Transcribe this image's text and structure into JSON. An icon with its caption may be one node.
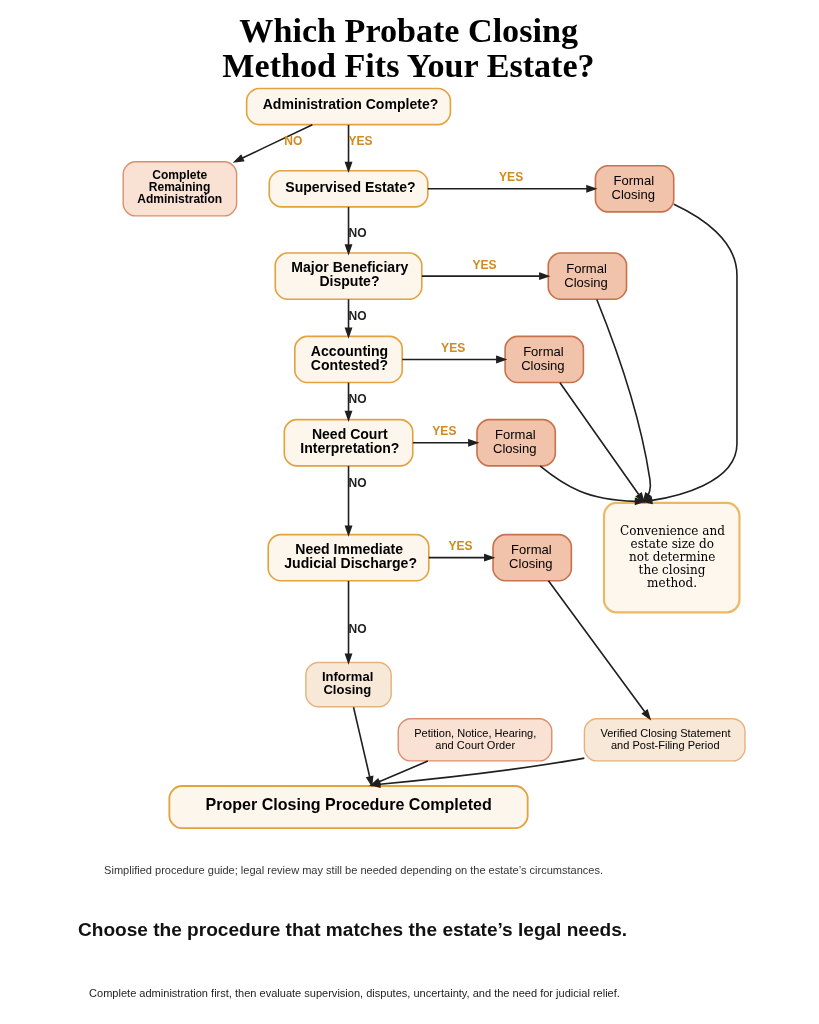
{
  "diagram": {
    "title": "Which Probate Closing Method Fits Your Estate?",
    "nodes": [
      {
        "text": [
          "Administration Complete?"
        ]
      },
      {
        "text": [
          "Complete Remaining Administration"
        ]
      },
      {
        "text": [
          "Supervised Estate?"
        ]
      },
      {
        "text": [
          "Formal Closing"
        ]
      },
      {
        "text": [
          "Major Beneficiary Dispute?"
        ]
      },
      {
        "text": [
          "Formal Closing"
        ]
      },
      {
        "text": [
          "Accounting Contested?"
        ]
      },
      {
        "text": [
          "Formal Closing"
        ]
      },
      {
        "text": [
          "Need Court Interpretation?"
        ]
      },
      {
        "text": [
          "Formal Closing"
        ]
      },
      {
        "text": [
          "Need Immediate Judicial Discharge?"
        ]
      },
      {
        "text": [
          "Formal Closing"
        ]
      },
      {
        "text": [
          "Informal Closing"
        ]
      },
      {
        "text": [
          "Petition, Notice, Hearing, and Court Order"
        ]
      },
      {
        "text": [
          "Verified Closing Statement and Post-Filing Period"
        ]
      },
      {
        "text": [
          "Proper Closing Procedure Completed"
        ]
      },
      {
        "text": [
          "Convenience and estate size do not determine the closing method."
        ]
      }
    ],
    "edges": [
      {
        "from": 0,
        "to": 1,
        "arrow": "to",
        "label": "NO"
      },
      {
        "from": 0,
        "to": 2,
        "arrow": "to",
        "label": "YES"
      },
      {
        "from": 2,
        "to": 3,
        "arrow": "to",
        "label": "YES"
      },
      {
        "from": 2,
        "to": 4,
        "arrow": "to",
        "label": "NO"
      },
      {
        "from": 4,
        "to": 5,
        "arrow": "to",
        "label": "YES"
      },
      {
        "from": 4,
        "to": 6,
        "arrow": "to",
        "label": "NO"
      },
      {
        "from": 6,
        "to": 7,
        "arrow": "to",
        "label": "YES"
      },
      {
        "from": 6,
        "to": 8,
        "arrow": "to",
        "label": "NO"
      },
      {
        "from": 8,
        "to": 9,
        "arrow": "to",
        "label": "YES"
      },
      {
        "from": 8,
        "to": 10,
        "arrow": "to",
        "label": "NO"
      },
      {
        "from": 10,
        "to": 11,
        "arrow": "to",
        "label": "YES"
      },
      {
        "from": 10,
        "to": 12,
        "arrow": "to",
        "label": "NO"
      },
      {
        "from": 3,
        "to": 16,
        "arrow": "to"
      },
      {
        "from": 5,
        "to": 16,
        "arrow": "to"
      },
      {
        "from": 7,
        "to": 16,
        "arrow": "to"
      },
      {
        "from": 9,
        "to": 16,
        "arrow": "to"
      },
      {
        "from": 11,
        "to": 14,
        "arrow": "to"
      },
      {
        "from": 12,
        "to": 15,
        "arrow": "to"
      },
      {
        "from": 13,
        "to": 15,
        "arrow": "to"
      },
      {
        "from": 14,
        "to": 15,
        "arrow": "to"
      }
    ],
    "labels": [
      "Simplified procedure guide; legal review may still be needed depending on the estate’s circumstances.",
      "Choose the procedure that matches the estate’s legal needs.",
      "Complete administration first, then evaluate supervision, disputes, uncertainty, and the need for judicial relief."
    ]
  }
}
